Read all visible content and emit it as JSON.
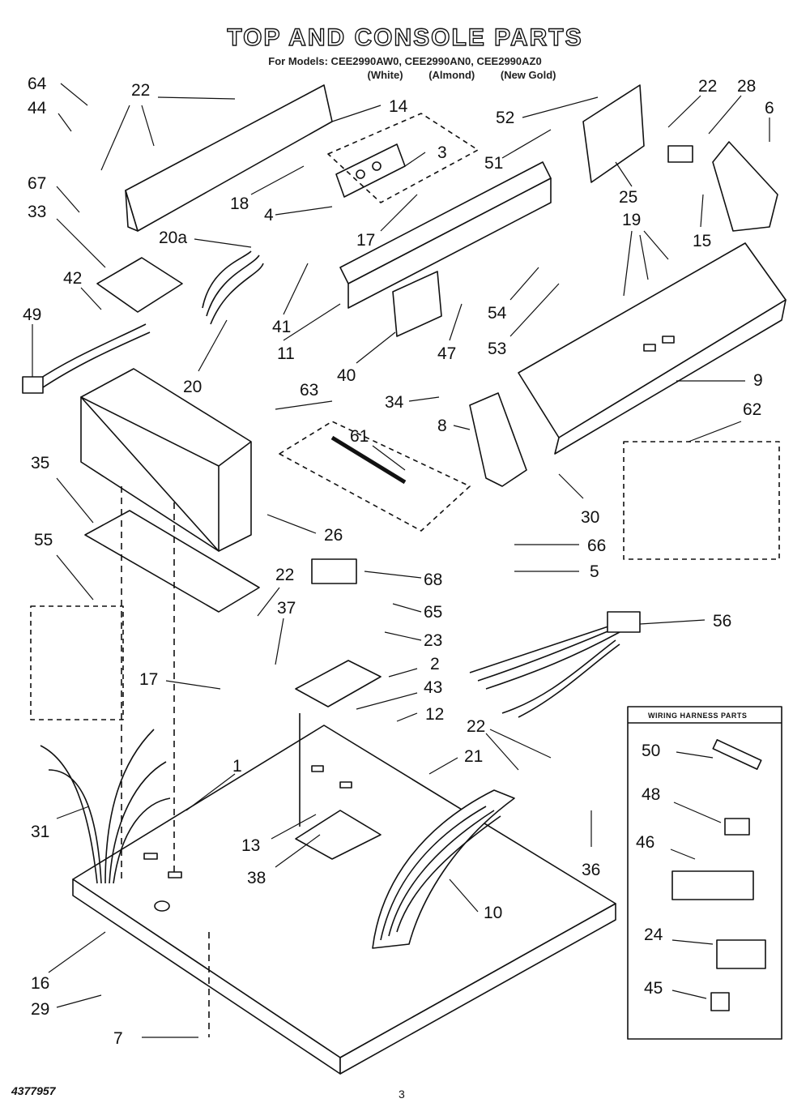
{
  "header": {
    "title": "TOP AND CONSOLE PARTS",
    "models_line": "For Models: CEE2990AW0, CEE2990AN0, CEE2990AZ0",
    "colors": [
      "(White)",
      "(Almond)",
      "(New Gold)"
    ]
  },
  "inset": {
    "title": "WIRING HARNESS PARTS",
    "labels": [
      "50",
      "48",
      "46",
      "24",
      "45"
    ]
  },
  "callouts": [
    "64",
    "44",
    "67",
    "33",
    "42",
    "49",
    "22",
    "14",
    "18",
    "4",
    "3",
    "17",
    "20a",
    "20",
    "41",
    "11",
    "40",
    "47",
    "54",
    "53",
    "52",
    "51",
    "25",
    "22",
    "28",
    "6",
    "15",
    "19",
    "9",
    "63",
    "34",
    "61",
    "8",
    "62",
    "30",
    "35",
    "26",
    "66",
    "5",
    "68",
    "65",
    "55",
    "22",
    "37",
    "23",
    "56",
    "2",
    "43",
    "12",
    "17",
    "22",
    "21",
    "1",
    "31",
    "13",
    "38",
    "36",
    "10",
    "16",
    "29",
    "7"
  ],
  "footer": {
    "code": "4377957",
    "page": "3"
  },
  "colors": {
    "ink": "#111111",
    "paper": "#ffffff"
  }
}
